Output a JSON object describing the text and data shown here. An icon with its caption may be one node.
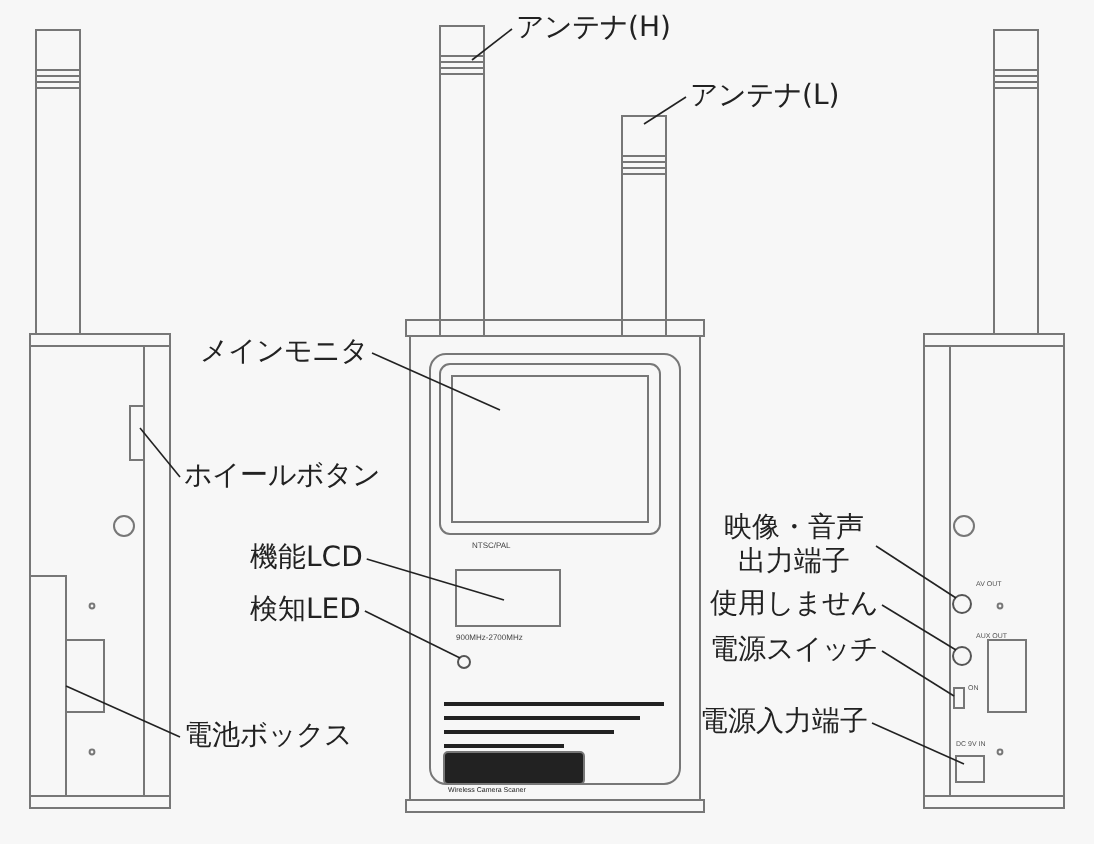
{
  "diagram": {
    "nodes": [
      {
        "text": [
          "アンテナ(H)"
        ]
      },
      {
        "text": [
          "アンテナ(L)"
        ]
      },
      {
        "text": [
          "メインモニタ"
        ]
      },
      {
        "text": [
          "ホイールボタン"
        ]
      },
      {
        "text": [
          "機能LCD"
        ]
      },
      {
        "text": [
          "検知LED"
        ]
      },
      {
        "text": [
          "映像・音声出力端子"
        ]
      },
      {
        "text": [
          "使用しません"
        ]
      },
      {
        "text": [
          "電源スイッチ"
        ]
      },
      {
        "text": [
          "電池ボックス"
        ]
      },
      {
        "text": [
          "電源入力端子"
        ]
      },
      {
        "text": [],
        "shape": "box"
      },
      {
        "text": [],
        "shape": "box"
      },
      {
        "text": [],
        "shape": "box"
      },
      {
        "text": [],
        "shape": "box"
      },
      {
        "text": [],
        "shape": "box"
      },
      {
        "text": [],
        "shape": "circle"
      },
      {
        "text": [],
        "shape": "circle"
      },
      {
        "text": [],
        "shape": "circle"
      },
      {
        "text": [],
        "shape": "box"
      },
      {
        "text": [],
        "shape": "box"
      },
      {
        "text": [],
        "shape": "box"
      }
    ],
    "edges": [
      {
        "from": 0,
        "to": 11,
        "arrow": "none"
      },
      {
        "from": 1,
        "to": 12,
        "arrow": "none"
      },
      {
        "from": 2,
        "to": 13,
        "arrow": "none"
      },
      {
        "from": 3,
        "to": 14,
        "arrow": "none"
      },
      {
        "from": 4,
        "to": 15,
        "arrow": "none"
      },
      {
        "from": 5,
        "to": 16,
        "arrow": "none"
      },
      {
        "from": 6,
        "to": 17,
        "arrow": "none"
      },
      {
        "from": 7,
        "to": 18,
        "arrow": "none"
      },
      {
        "from": 8,
        "to": 19,
        "arrow": "none"
      },
      {
        "from": 9,
        "to": 20,
        "arrow": "none"
      },
      {
        "from": 10,
        "to": 21,
        "arrow": "none"
      }
    ],
    "labels": [
      "NTSC/PAL",
      "900MHz-2700MHz",
      "Wireless Camera Scaner",
      "AV OUT",
      "AUX OUT",
      "ON",
      "DC 9V IN"
    ]
  }
}
